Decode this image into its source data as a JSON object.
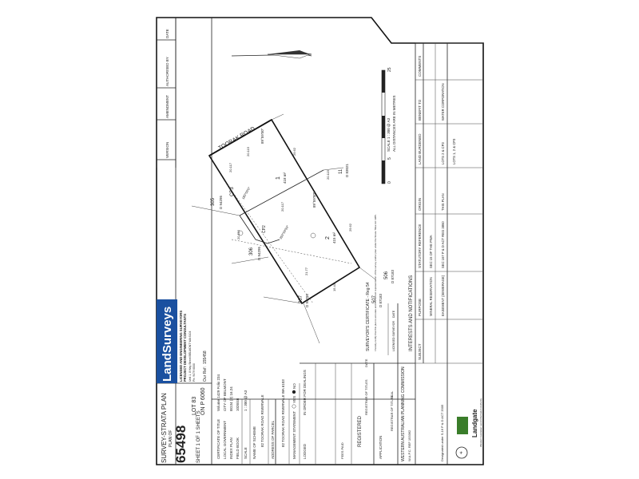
{
  "title_block": {
    "plan_type": "SURVEY-STRATA PLAN",
    "plan_number": "65498",
    "sheet": "SHEET 1 OF 1 SHEETS",
    "plan_of_label": "PLAN OF",
    "lot_label": "LOT 83",
    "lot_on_plan": "ON P 6060",
    "cert_titles_label": "CERTIFICATE OF TITLE",
    "cert_titles_value": "Volume 1429  Folio 234",
    "local_gov_label": "LOCAL GOVERNMENT",
    "local_gov_value": "CITY OF BELMONT",
    "index_plan_label": "INDEX PLAN",
    "index_plan_value": "BG34 (2) 16.24",
    "field_book_label": "FIELD BOOK",
    "field_book_value": "1026/46",
    "scale_label": "SCALE",
    "scale_value": "1 : 300 @ A3",
    "scheme_name_label": "NAME OF SCHEME",
    "scheme_name_value": "82 TOORAK ROAD RIVERVALE",
    "parcel_address_label": "ADDRESS OF PARCEL",
    "parcel_address_value": "82 TOORAK ROAD RIVERVALE WA 6103",
    "mgmt_label": "MANAGEMENT STATEMENT",
    "mgmt_yes": "YES",
    "mgmt_no": "NO",
    "lodged_label": "LODGED",
    "in_order_label": "IN ORDER FOR DEALINGS",
    "fees_label": "FEES PAID",
    "registered_label": "REGISTERED",
    "application_label": "APPLICATION",
    "registrar_label": "REGISTRAR OF TITLES",
    "wapc_title": "WESTERN AUSTRALIAN PLANNING COMMISSION",
    "wapc_ref": "W.A.P.C. REF 153362",
    "designated_officer": "Designated under S.16 P & D ACT 2005",
    "date_label": "DATE",
    "seal_label": "SEAL"
  },
  "surveyor": {
    "company": "LandSurveys",
    "tagline": "LICENSED AND ENGINEERING SURVEYORS",
    "sub_tagline": "PROJECT DEVELOPMENT CONSULTANTS",
    "address": "Unit 1, 8 Hay Street BELMONT WA 6104",
    "ph": "Ph: 9479 6000",
    "our_ref_label": "Our Ref:",
    "our_ref_value": "155458",
    "certificate_title": "SURVEYOR'S CERTIFICATE - Reg 54",
    "cert_text": "I hereby certify that this plan is accurate and is a correct representation of the survey and/or plan under the Strata Titles Act 1985.",
    "licensed_label": "LICENSED SURVEYOR",
    "date_label": "DATE"
  },
  "lots": [
    {
      "name": "1",
      "area": "418 m²"
    },
    {
      "name": "2",
      "area": "415 m²"
    }
  ],
  "neighbors": [
    {
      "lot": "305",
      "plan": "D 94295"
    },
    {
      "lot": "306",
      "plan": "D 94295"
    },
    {
      "lot": "307",
      "plan": "D 94295"
    },
    {
      "lot": "507",
      "plan": "D 87183"
    },
    {
      "lot": "506",
      "plan": "D 87183"
    },
    {
      "lot": "11",
      "plan": "D 83021"
    }
  ],
  "road": "TOORAK ROAD",
  "plan_text": {
    "bearing_a": "89°59'50\"",
    "bearing_b": "89°59'50\"",
    "bearing_c": "180°00'0\"",
    "bearing_d": "359°59'59\"",
    "dist_1": "20.117",
    "dist_2": "20.115",
    "dist_3": "29.62",
    "dist_4": "20.115",
    "dist_5": "20.117",
    "dist_6": "20.115",
    "dist_7": "29.62",
    "dist_8": "21.77",
    "dist_9": "15.43",
    "cp": "CP3",
    "cp2": "CP2"
  },
  "scale_bar": {
    "ticks": [
      "0",
      "5",
      "25"
    ],
    "label": "SCALE 1 : 300 @ A3",
    "note": "ALL DISTANCES ARE IN METRES"
  },
  "revision_headers": [
    "VERSION",
    "AMENDMENT",
    "AUTHORISED BY",
    "DATE"
  ],
  "interests": {
    "title": "INTERESTS AND NOTIFICATIONS",
    "headers": [
      "SUBJECT",
      "PURPOSE",
      "STATUTORY REFERENCE",
      "ORIGIN",
      "LAND BURDENED",
      "BENEFIT TO",
      "COMMENTS"
    ],
    "rows": [
      [
        "",
        "MINERAL RESERVATION",
        "SEC 15 OF THE PWA",
        "",
        "",
        "",
        ""
      ],
      [
        "",
        "EASEMENT (SEWERAGE)",
        "SEC 167 P & D ACT REG 3860",
        "THIS PLAN",
        "LOTS 2 & CP3",
        "WATER CORPORATION",
        ""
      ],
      [
        "",
        "",
        "",
        "",
        "LOTS 1, 2 & CP3",
        "",
        ""
      ]
    ]
  },
  "landgate": {
    "name": "Landgate",
    "sub": "Western Australian Land Information Authority"
  }
}
